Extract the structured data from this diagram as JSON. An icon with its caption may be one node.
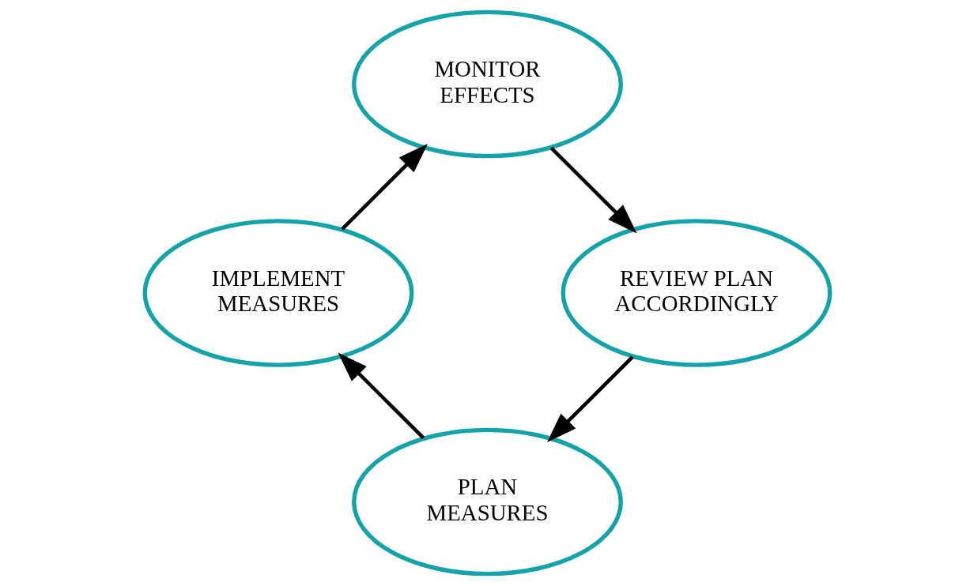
{
  "diagram": {
    "nodes": [
      {
        "text": [
          "PLAN MEASURES"
        ]
      },
      {
        "text": [
          "IMPLEMENT MEASURES"
        ]
      },
      {
        "text": [
          "MONITOR EFFECTS"
        ]
      },
      {
        "text": [
          "REVIEW PLAN ACCORDINGLY"
        ]
      }
    ],
    "edges": [
      {
        "from": 0,
        "to": 1,
        "arrow": "to"
      },
      {
        "from": 1,
        "to": 2,
        "arrow": "to"
      },
      {
        "from": 2,
        "to": 3,
        "arrow": "to"
      },
      {
        "from": 3,
        "to": 0,
        "arrow": "to"
      }
    ]
  }
}
